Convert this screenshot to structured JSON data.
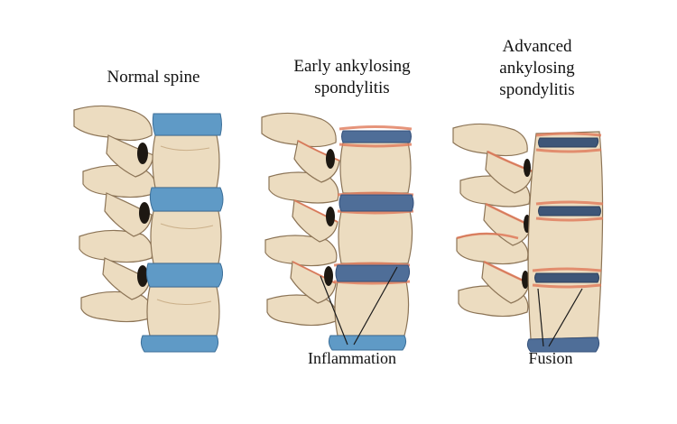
{
  "panels": [
    {
      "title_lines": [
        "Normal spine"
      ]
    },
    {
      "title_lines": [
        "Early ankylosing",
        "spondylitis"
      ]
    },
    {
      "title_lines": [
        "Advanced",
        "ankylosing",
        "spondylitis"
      ]
    }
  ],
  "labels": {
    "inflammation": "Inflammation",
    "fusion": "Fusion"
  },
  "colors": {
    "bone": "#ecdcc0",
    "bone_shadow": "#cbb08a",
    "bone_outline": "#8c7456",
    "disc_normal": "#5f9ac6",
    "disc_narrowed": "#4f6e98",
    "disc_fused": "#3e5678",
    "inflammation": "#e07a5a"
  }
}
